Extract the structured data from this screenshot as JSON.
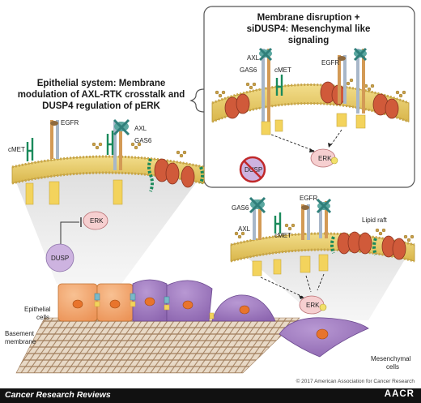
{
  "inset": {
    "title_line1": "Membrane disruption +",
    "title_line2": "siDUSP4: Mesenchymal like",
    "title_line3": "signaling",
    "labels": {
      "axl": "AXL",
      "gas6": "GAS6",
      "cmet": "cMET",
      "egfr": "EGFR",
      "erk": "ERK",
      "dusp": "DUSP"
    }
  },
  "epithelial": {
    "title_line1": "Epithelial system: Membrane",
    "title_line2": "modulation of AXL-RTK crosstalk and",
    "title_line3": "DUSP4 regulation of pERK",
    "labels": {
      "cmet": "cMET",
      "egfr": "EGFR",
      "axl": "AXL",
      "gas6": "GAS6",
      "erk": "ERK",
      "dusp": "DUSP"
    }
  },
  "mesenchymal_zoom": {
    "labels": {
      "gas6": "GAS6",
      "egfr": "EGFR",
      "axl": "AXL",
      "cmet": "cMET",
      "lipid_raft": "Lipid raft",
      "erk": "ERK"
    }
  },
  "tissue": {
    "epithelial_line1": "Epithelial",
    "epithelial_line2": "cells",
    "basement_line1": "Basement",
    "basement_line2": "membrane",
    "mesenchymal_line1": "Mesenchymal",
    "mesenchymal_line2": "cells"
  },
  "footer": {
    "journal": "Cancer Research Reviews",
    "publisher": "AACR",
    "copyright": "© 2017 American Association for Cancer Research"
  },
  "colors": {
    "epithelial_cell": "#f2a56b",
    "mesenchymal_cell": "#a07bc1",
    "nucleus": "#e8742c",
    "erk_fill": "#f6cfd0",
    "dusp_fill": "#cdb3e0",
    "membrane": "#e4c65a",
    "raft_protein": "#d05a3a",
    "receptor_green": "#1a8a5b",
    "ligand_blue": "#7ab8c8",
    "footer_bg": "#111111"
  }
}
